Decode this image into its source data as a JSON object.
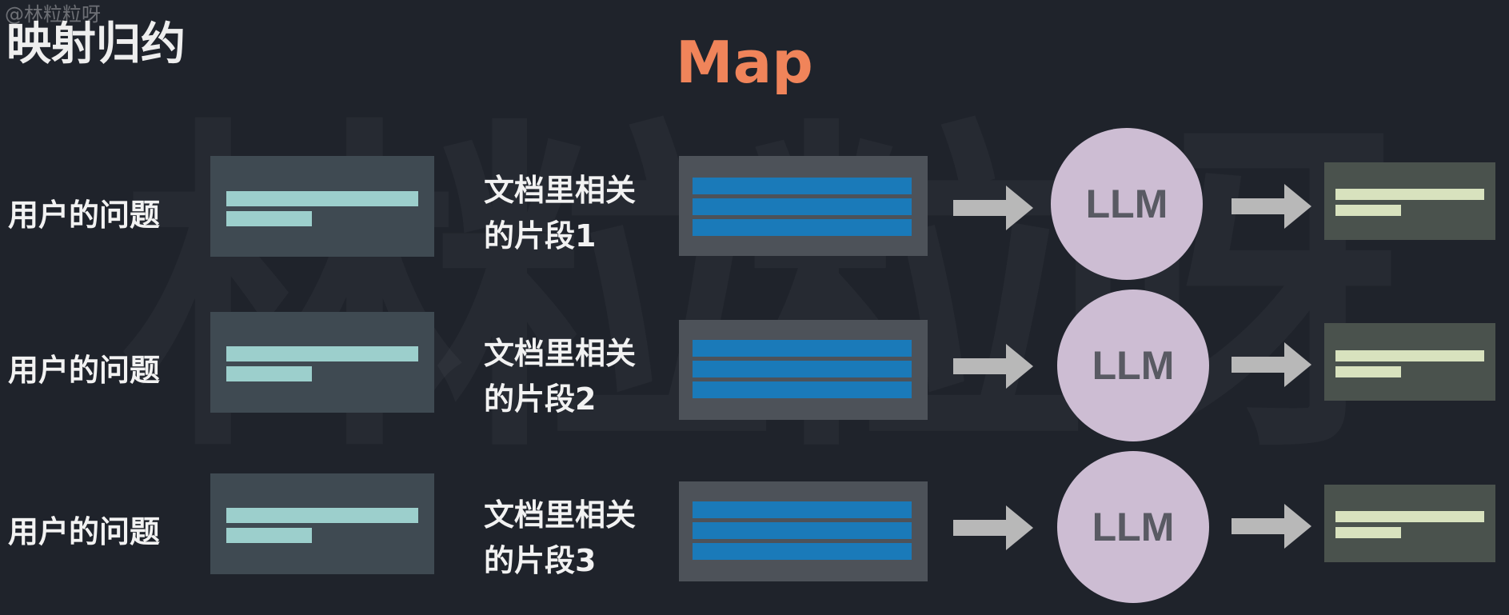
{
  "watermark": {
    "corner_text": "@林粒粒呀",
    "big_text": "林粒粒呀"
  },
  "title": "映射归约",
  "stage_title": "Map",
  "colors": {
    "background": "#1f232b",
    "stage_title": "#f0845a",
    "question_box": "#3f4a52",
    "question_lines": "#9ccfcc",
    "doc_box": "#4d5259",
    "doc_lines": "#1a7ab9",
    "llm_circle": "#cdbdd3",
    "output_box": "#4a524d",
    "output_lines": "#d8e2be",
    "arrow": "#b8b8b8"
  },
  "rows": [
    {
      "question_label": "用户的问题",
      "doc_label_line1": "文档里相关",
      "doc_label_line2": "的片段1",
      "model_label": "LLM"
    },
    {
      "question_label": "用户的问题",
      "doc_label_line1": "文档里相关",
      "doc_label_line2": "的片段2",
      "model_label": "LLM"
    },
    {
      "question_label": "用户的问题",
      "doc_label_line1": "文档里相关",
      "doc_label_line2": "的片段3",
      "model_label": "LLM"
    }
  ]
}
